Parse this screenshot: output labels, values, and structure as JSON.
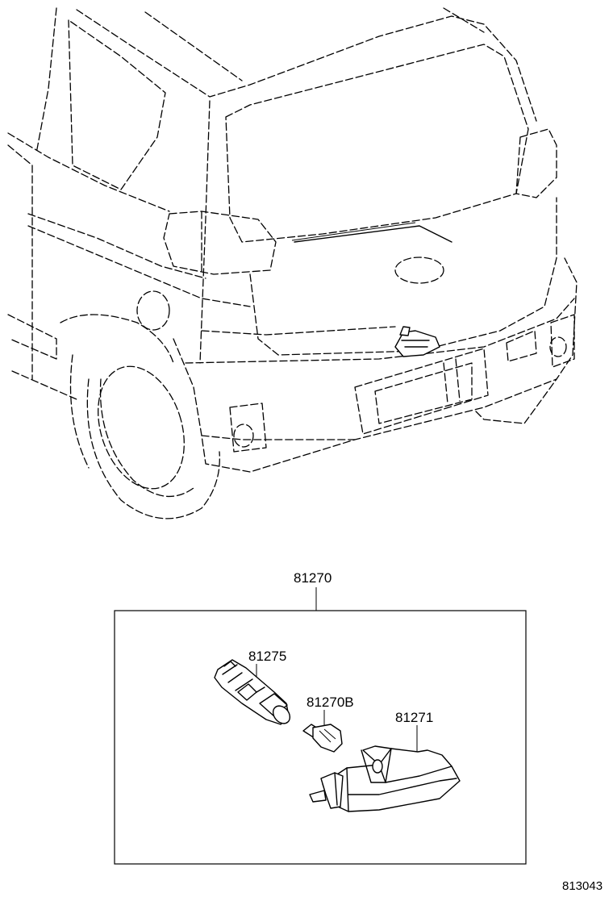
{
  "callouts": {
    "assembly": "81270",
    "socket": "81275",
    "bulb": "81270B",
    "lens": "81271"
  },
  "figure_number": "813043",
  "icons": {
    "vehicle": "vehicle-rear-view-illustration",
    "socket": "bulb-socket-part",
    "bulb": "wedge-bulb-part",
    "lens": "license-lamp-lens-part"
  }
}
